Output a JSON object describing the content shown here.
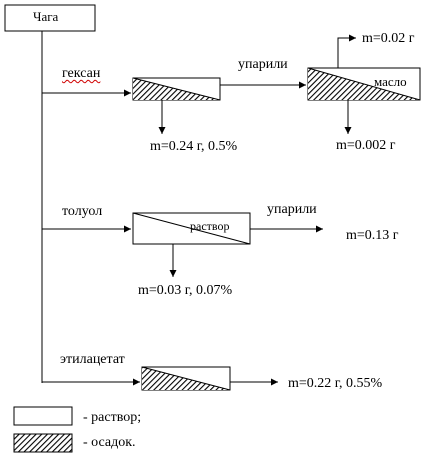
{
  "source_label": "Чага",
  "hexane_branch": {
    "solvent_label": "гексан",
    "evaporated_label": "упарили",
    "top_mass_label": "m=0.02 г",
    "oil_label": "масло",
    "precipitate_mass_label": "m=0.24 г, 0.5%",
    "oil_mass_label": "m=0.002 г"
  },
  "toluene_branch": {
    "solvent_label": "толуол",
    "solution_label": "раствор",
    "evaporated_label": "упарили",
    "solution_mass_label": "m=0.13 г",
    "precipitate_mass_label": "m=0.03 г, 0.07%"
  },
  "ethyl_acetate_branch": {
    "solvent_label": "этилацетат",
    "mass_label": "m=0.22 г, 0.55%"
  },
  "legend": {
    "solution_label": "- раствор;",
    "precipitate_label": "- осадок."
  }
}
